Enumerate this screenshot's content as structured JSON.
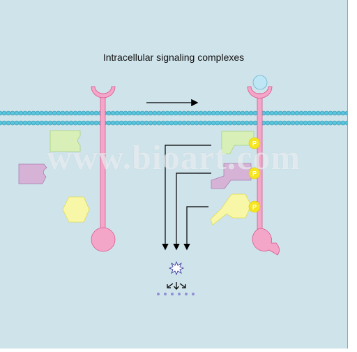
{
  "figure": {
    "title": "Intracellular signaling complexes",
    "watermark": "www.bioart.com",
    "phospho_label": "P",
    "colors": {
      "background": "#cfe3ea",
      "membrane": "#59c6de",
      "receptor": "#f4a6c8",
      "receptor_stroke": "#d9578e",
      "ligand": "#bfe6f5",
      "green_protein": "#d8f0b8",
      "purple_protein": "#d6b3d6",
      "yellow_protein": "#f8f7a8",
      "phosphate": "#f5e621",
      "response_dots": "#8f8fd4"
    }
  }
}
